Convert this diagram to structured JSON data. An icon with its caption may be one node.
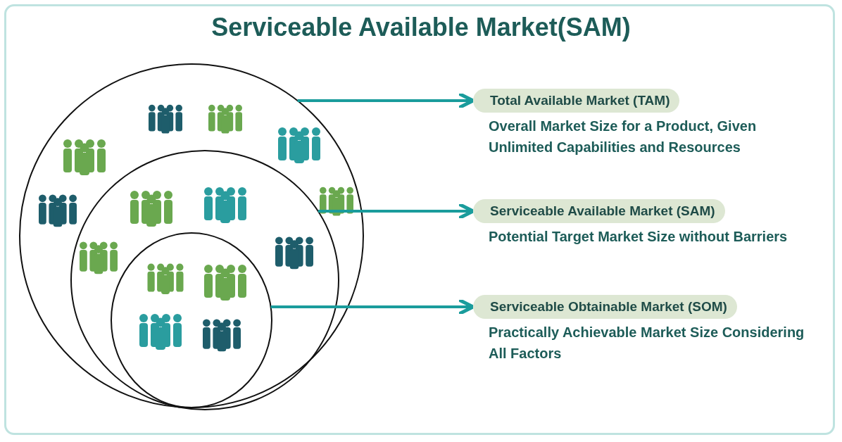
{
  "diagram": {
    "title": "Serviceable Available Market(SAM)",
    "nodes": [
      {
        "text": [],
        "shape": "circle"
      },
      {
        "text": [],
        "shape": "circle",
        "in": 0
      },
      {
        "text": [],
        "shape": "circle",
        "in": 1
      },
      {
        "text": [
          "Total Available Market (TAM)",
          "Overall Market Size for a Product, Given Unlimited Capabilities and Resources"
        ]
      },
      {
        "text": [
          "Serviceable Available Market (SAM)",
          "Potential Target Market Size without Barriers"
        ]
      },
      {
        "text": [
          "Serviceable Obtainable Market (SOM)",
          "Practically Achievable Market Size Considering All Factors"
        ]
      }
    ],
    "edges": [
      {
        "from": 0,
        "to": 3,
        "arrow": "to"
      },
      {
        "from": 1,
        "to": 4,
        "arrow": "to"
      },
      {
        "from": 2,
        "to": 5,
        "arrow": "to"
      }
    ]
  }
}
